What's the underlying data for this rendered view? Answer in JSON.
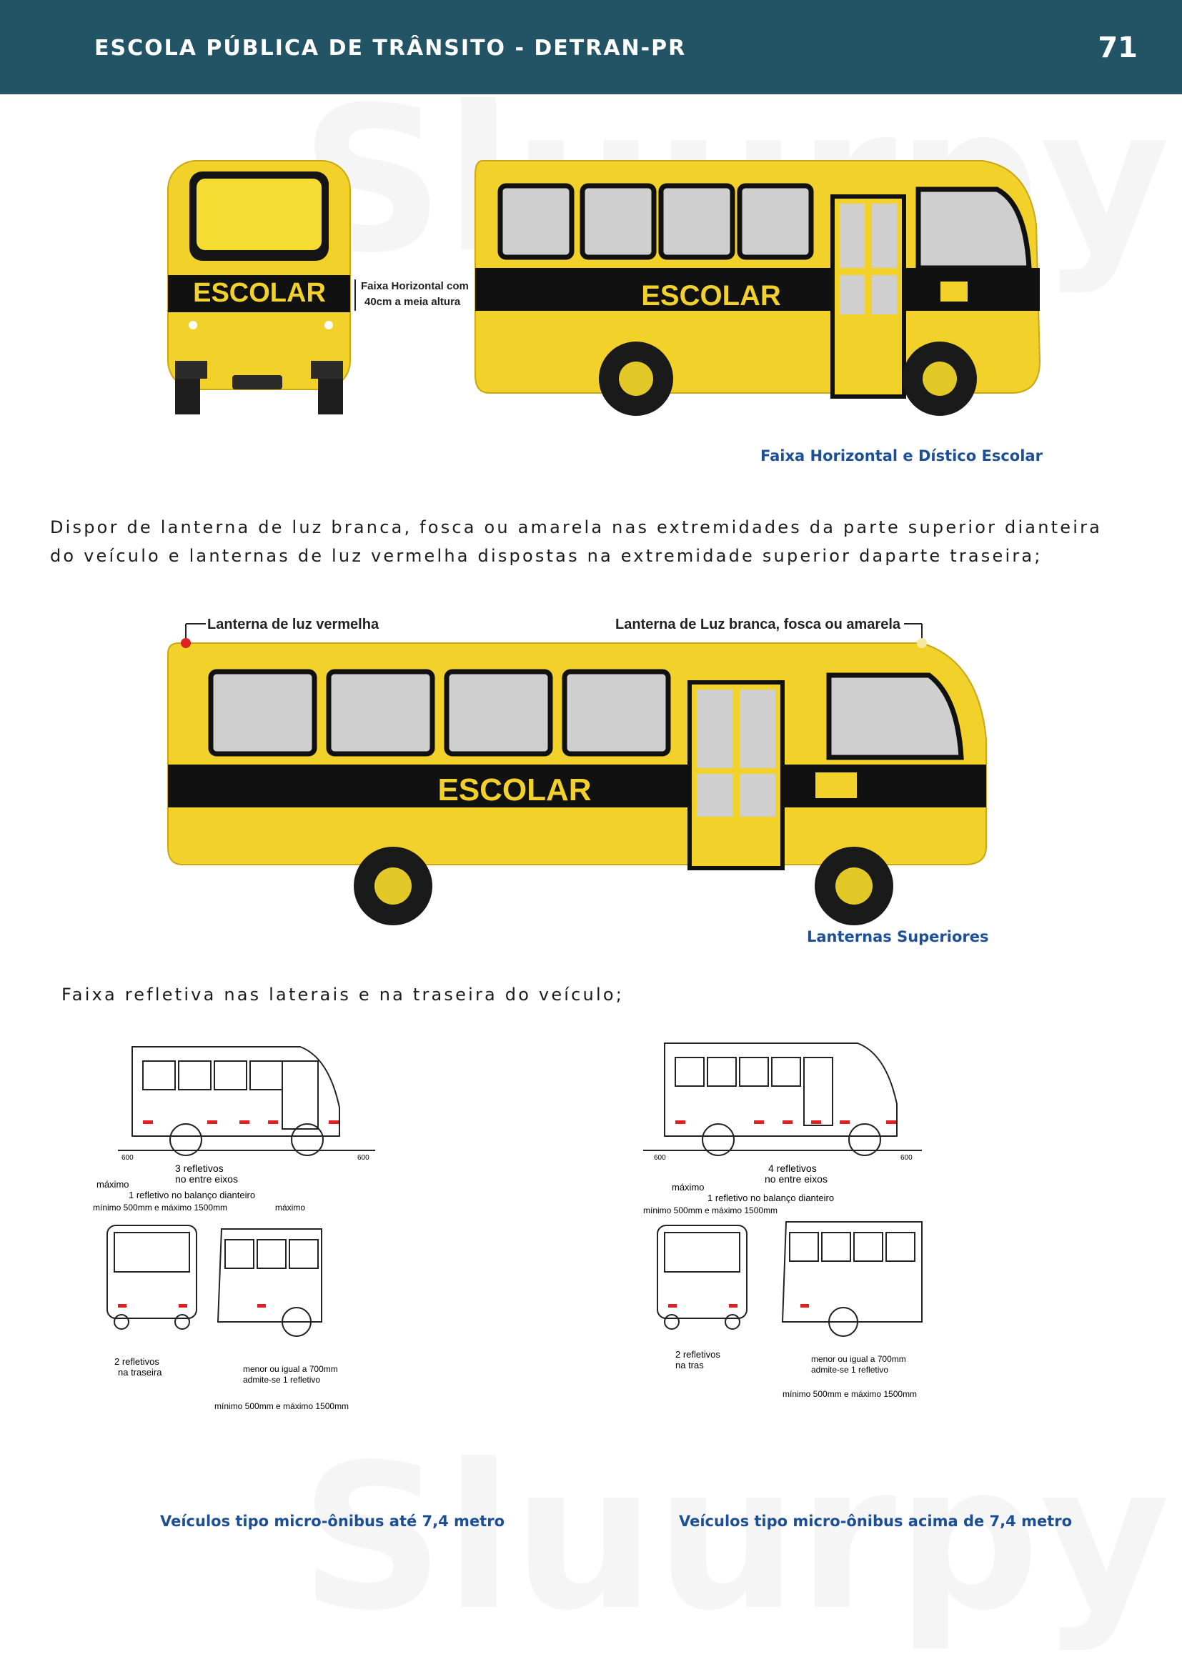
{
  "header": {
    "title": "ESCOLA PÚBLICA DE TRÂNSITO - DETRAN-PR",
    "page_number": "71"
  },
  "colors": {
    "header_bg": "#235466",
    "caption": "#1c4f96",
    "bus_yellow": "#f2d12a",
    "bus_black": "#111111"
  },
  "figure1": {
    "bus_text_rear": "ESCOLAR",
    "bus_text_side": "ESCOLAR",
    "annotation_line1": "Faixa Horizontal com",
    "annotation_line2": "40cm a meia altura",
    "caption": "Faixa Horizontal e Dístico Escolar"
  },
  "paragraph1": "Dispor de lanterna de luz branca, fosca ou amarela nas extremidades da parte superior dianteira do veículo e lanternas de luz vermelha dispostas na extremidade superior daparte traseira;",
  "figure2": {
    "label_left": "Lanterna de luz vermelha",
    "label_right": "Lanterna de Luz branca, fosca ou amarela",
    "bus_text": "ESCOLAR",
    "caption": "Lanternas Superiores"
  },
  "paragraph2": "Faixa refletiva nas laterais e na traseira do veículo;",
  "figure3": {
    "left": {
      "dim_left": "600",
      "dim_right": "600",
      "side_label_1": "3 refletivos",
      "side_label_2": "no entre eixos",
      "maximo_1": "máximo",
      "front_label": "1 refletivo no balanço dianteiro",
      "min_max": "mínimo 500mm e máximo 1500mm",
      "maximo_2": "máximo",
      "rear_label_1": "2 refletivos",
      "rear_label_2": "na traseira",
      "small_label_1": "menor ou igual a 700mm",
      "small_label_2": "admite-se 1 refletivo",
      "small_minmax": "mínimo 500mm e máximo 1500mm",
      "caption": "Veículos tipo micro-ônibus até 7,4 metro"
    },
    "right": {
      "dim_left": "600",
      "dim_right": "600",
      "side_label_1": "4 refletivos",
      "side_label_2": "no entre eixos",
      "maximo_1": "máximo",
      "front_label": "1 refletivo no balanço dianteiro",
      "min_max": "mínimo 500mm e máximo 1500mm",
      "rear_label_1": "2 refletivos",
      "rear_label_2": "na tras",
      "small_label_1": "menor ou igual a 700mm",
      "small_label_2": "admite-se 1 refletivo",
      "small_minmax": "mínimo 500mm e máximo 1500mm",
      "caption": "Veículos tipo micro-ônibus acima de 7,4 metro"
    }
  },
  "watermark": "Sluurpy"
}
